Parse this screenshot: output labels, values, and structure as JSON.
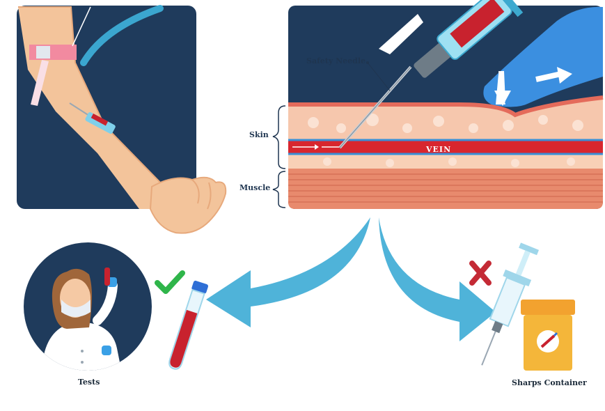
{
  "labels": {
    "safety_needle": "Safety Needle",
    "skin": "Skin",
    "muscle": "Muscle",
    "vein": "VEIN",
    "tests": "Tests",
    "sharps_container": "Sharps Container"
  },
  "icons": {
    "check": "check-icon",
    "cross": "cross-icon"
  },
  "colors": {
    "navy": "#1f3b5c",
    "blood": "#c8222e",
    "arrow_blue": "#4fb3d9",
    "skin_tone": "#f3c49b",
    "check_green": "#2fb54a",
    "cross_red": "#c42a35",
    "container_yellow": "#f4b63a"
  }
}
